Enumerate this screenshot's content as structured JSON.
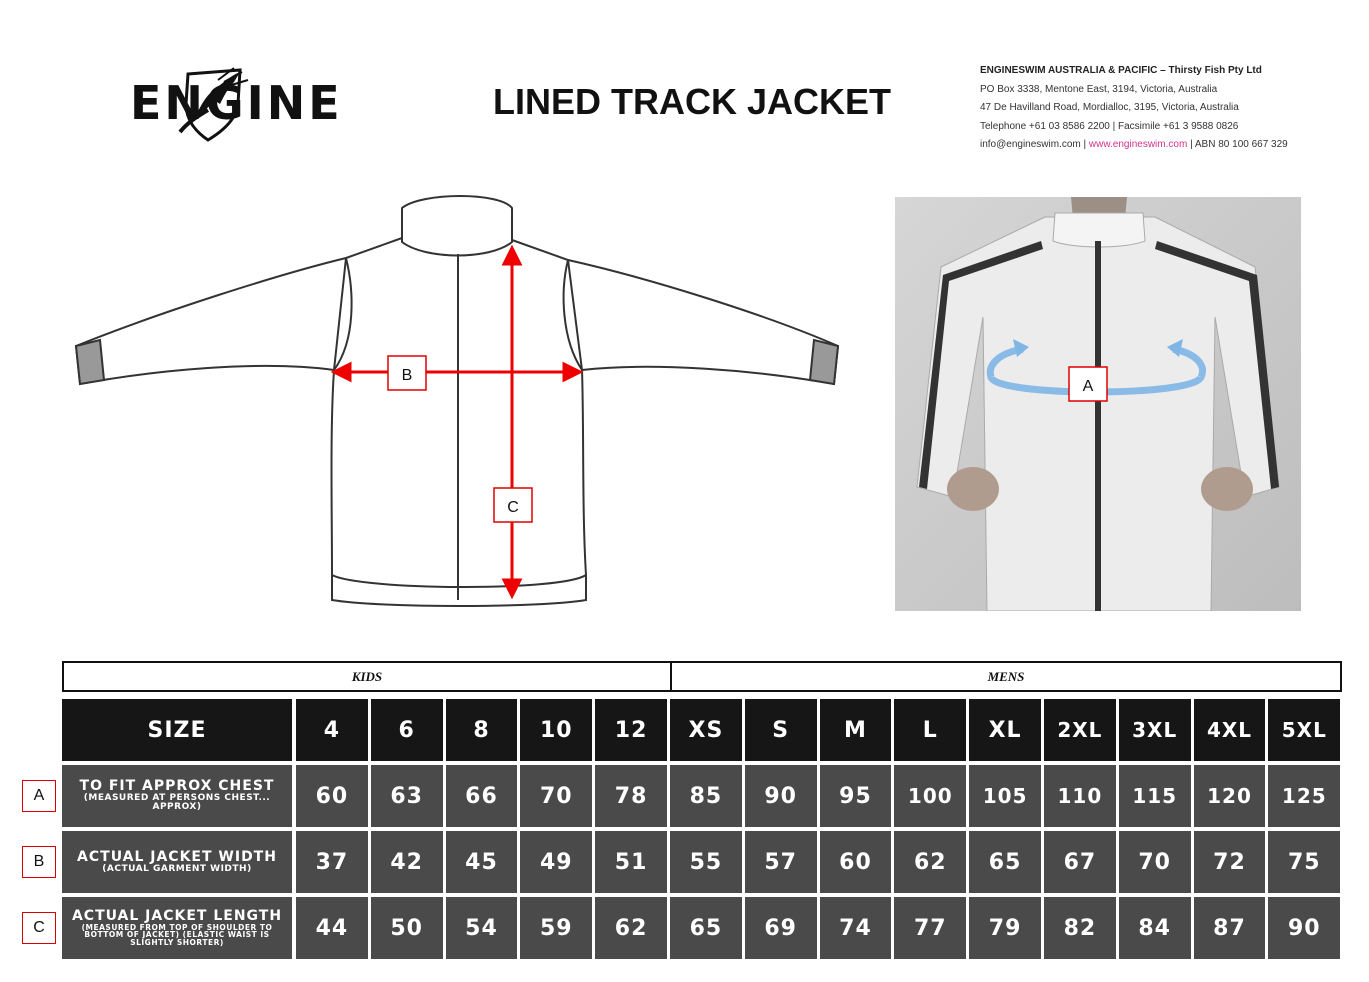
{
  "header": {
    "brand": "ENGINE",
    "title": "LINED TRACK JACKET",
    "company_bold": "ENGINESWIM AUSTRALIA & PACIFIC – Thirsty Fish Pty Ltd",
    "address_1": "PO Box 3338, Mentone East, 3194, Victoria, Australia",
    "address_2": "47 De Havilland Road, Mordialloc, 3195, Victoria, Australia",
    "phone": "Telephone +61 03 8586 2200  | Facsimile +61 3 9588 0826",
    "email": "info@engineswim.com |",
    "website": "www.engineswim.com",
    "abn": "| ABN 80 100 667 329"
  },
  "diagram": {
    "label_b": "B",
    "label_c": "C",
    "label_a": "A"
  },
  "table": {
    "groups": [
      "KIDS",
      "MENS"
    ],
    "size_header": "SIZE",
    "sizes": [
      "4",
      "6",
      "8",
      "10",
      "12",
      "XS",
      "S",
      "M",
      "L",
      "XL",
      "2XL",
      "3XL",
      "4XL",
      "5XL"
    ],
    "rows": [
      {
        "marker": "A",
        "label": "TO FIT APPROX CHEST",
        "sub": "(MEASURED AT PERSONS CHEST... APPROX)",
        "values": [
          "60",
          "63",
          "66",
          "70",
          "78",
          "85",
          "90",
          "95",
          "100",
          "105",
          "110",
          "115",
          "120",
          "125"
        ]
      },
      {
        "marker": "B",
        "label": "ACTUAL JACKET WIDTH",
        "sub": "(ACTUAL GARMENT WIDTH)",
        "values": [
          "37",
          "42",
          "45",
          "49",
          "51",
          "55",
          "57",
          "60",
          "62",
          "65",
          "67",
          "70",
          "72",
          "75"
        ]
      },
      {
        "marker": "C",
        "label": "ACTUAL JACKET LENGTH",
        "sub": "(MEASURED FROM TOP OF SHOULDER TO BOTTOM OF JACKET) (ELASTIC WAIST IS SLIGHTLY SHORTER)",
        "values": [
          "44",
          "50",
          "54",
          "59",
          "62",
          "65",
          "69",
          "74",
          "77",
          "79",
          "82",
          "84",
          "87",
          "90"
        ]
      }
    ]
  }
}
